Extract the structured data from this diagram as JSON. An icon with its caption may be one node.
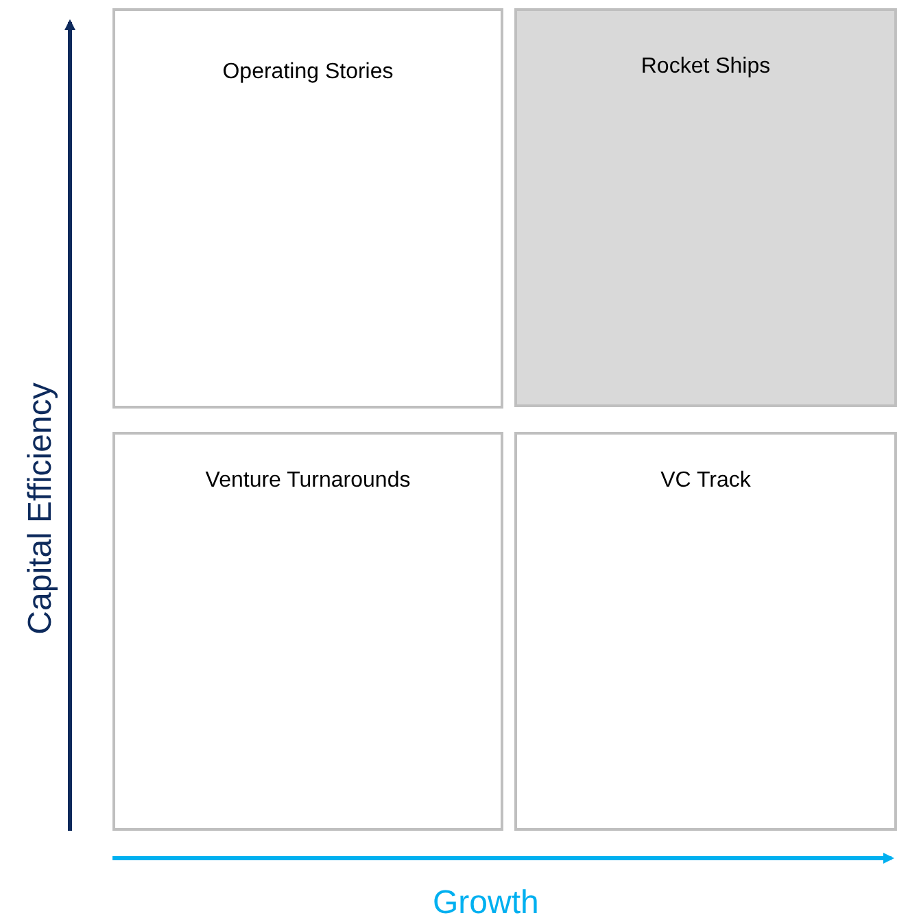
{
  "diagram": {
    "nodes": [
      {
        "text": [
          "Operating Stories"
        ]
      },
      {
        "text": [
          "Rocket Ships"
        ]
      },
      {
        "text": [
          "Venture Turnarounds"
        ]
      },
      {
        "text": [
          "VC Track"
        ]
      }
    ],
    "edges": [],
    "labels": [
      "Capital Efficiency",
      "Growth"
    ]
  }
}
